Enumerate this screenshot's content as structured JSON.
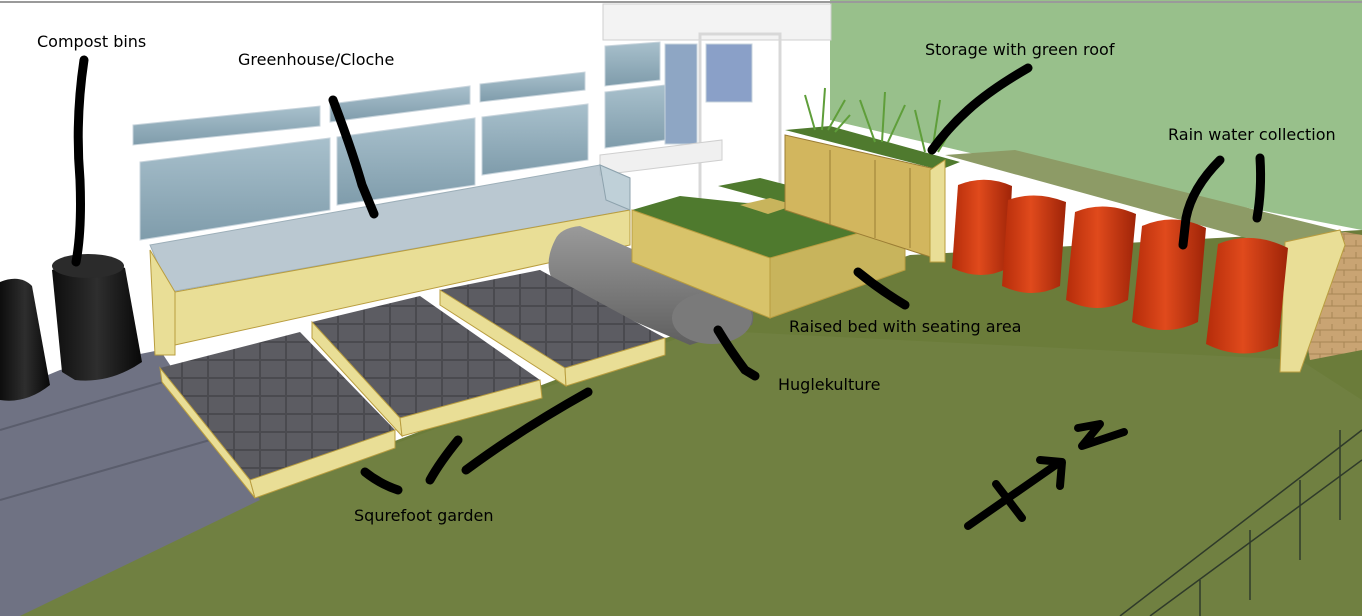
{
  "labels": {
    "compost_bins": "Compost bins",
    "greenhouse": "Greenhouse/Cloche",
    "storage": "Storage with green roof",
    "rain_water": "Rain water collection",
    "raised_bed": "Raised bed with seating area",
    "huglekulture": "Huglekulture",
    "squarefoot": "Squrefoot garden",
    "north": "N"
  },
  "colors": {
    "sky_wall": "#ffffff",
    "lawn": "#6b7c3a",
    "lawn_light": "#7d8d46",
    "backdrop_green": "#98c08b",
    "path": "#6f7283",
    "timber": "#e9de96",
    "timber_dark": "#b99d3f",
    "barrel": "#cf3a12",
    "bin": "#1c1c1c",
    "glass": "#9fb6c6",
    "ink": "#000000"
  },
  "icons": {
    "annotation_arrows": "marker-stroke",
    "north_arrow": "north-arrow-icon"
  }
}
